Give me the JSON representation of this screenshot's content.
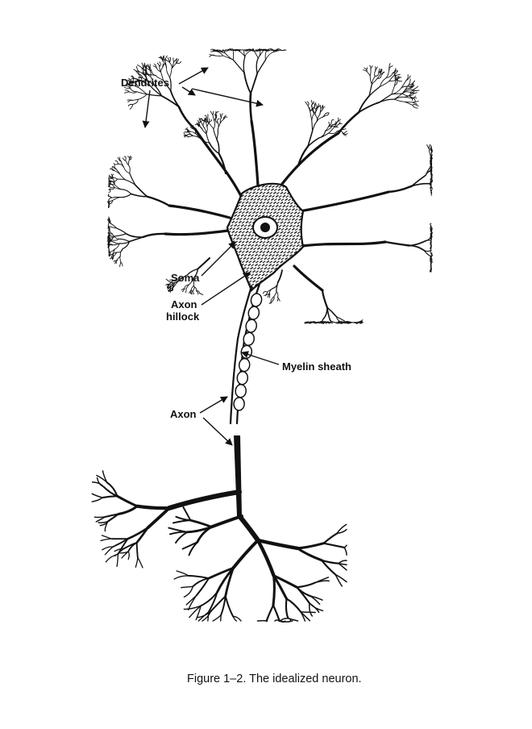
{
  "labels": {
    "dendrites": "Dendrites",
    "soma": "Soma",
    "axon_hillock_line1": "Axon",
    "axon_hillock_line2": "hillock",
    "myelin_sheath": "Myelin sheath",
    "axon": "Axon"
  },
  "caption": "Figure 1–2. The idealized neuron.",
  "colors": {
    "ink": "#111111",
    "background": "#ffffff"
  }
}
